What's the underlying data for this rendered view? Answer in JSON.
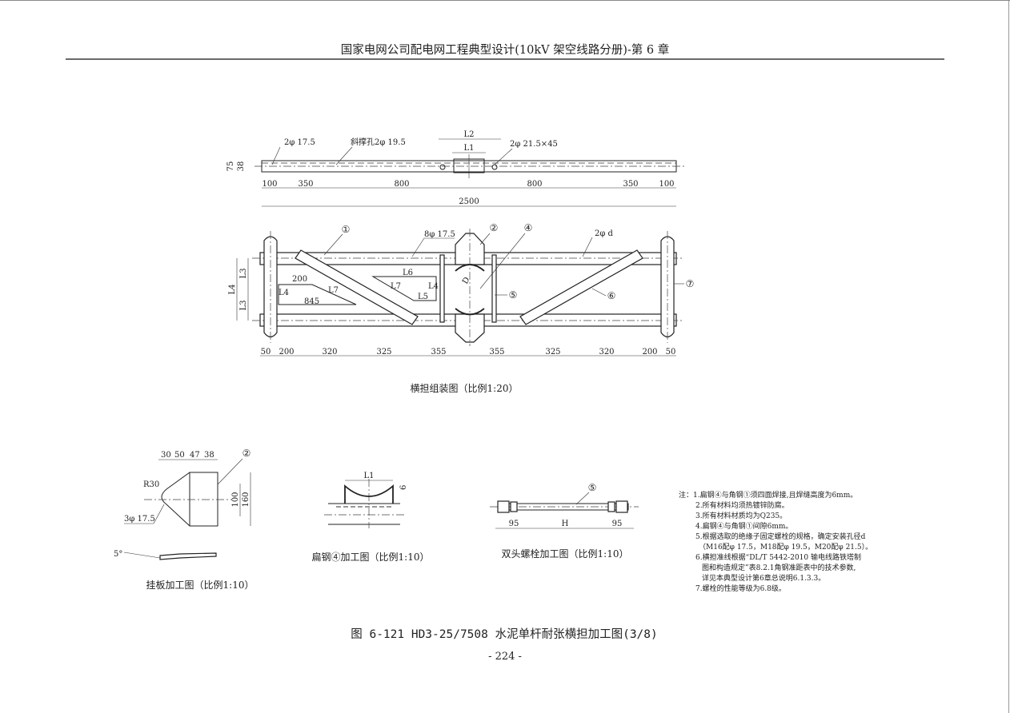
{
  "header": {
    "title": "国家电网公司配电网工程典型设计(10kV 架空线路分册)-第 6 章"
  },
  "elevation": {
    "hole1": "2φ 17.5",
    "hole2": "斜撑孔2φ 19.5",
    "hole3": "2φ 21.5×45",
    "L2": "L2",
    "L1": "L1",
    "h75": "75",
    "h38": "38",
    "dims": [
      "100",
      "350",
      "800",
      "800",
      "350",
      "100"
    ],
    "total": "2500"
  },
  "plan": {
    "balloons": [
      "①",
      "②",
      "④",
      "⑤",
      "⑥",
      "⑦"
    ],
    "holes8": "8φ 17.5",
    "holes2d": "2φ d",
    "L3a": "L3",
    "L3b": "L3",
    "L4": "L4",
    "D": "D",
    "tri1": {
      "top": "200",
      "side": "L4",
      "hyp": "L7",
      "bottom": "845"
    },
    "tri2": {
      "top": "L6",
      "hyp": "L7",
      "side": "L4",
      "bottom": "L5"
    },
    "dims": [
      "50",
      "200",
      "320",
      "325",
      "355",
      "355",
      "325",
      "320",
      "200",
      "50"
    ],
    "caption": "横担组装图（比例1:20）"
  },
  "hanger": {
    "dims": [
      "30",
      "50",
      "47",
      "38"
    ],
    "r": "R30",
    "holes": "3φ 17.5",
    "h100": "100",
    "h160": "160",
    "angle": "5°",
    "balloon": "②",
    "caption": "挂板加工图（比例1:10）"
  },
  "flat": {
    "L1": "L1",
    "t": "6",
    "caption": "扁钢④加工图（比例1:10）"
  },
  "stud": {
    "balloon": "⑤",
    "dims": [
      "95",
      "H",
      "95"
    ],
    "caption": "双头螺栓加工图（比例1:10）"
  },
  "notes": [
    "注：1.扁钢④与角钢①须四面焊接,且焊缝高度为6mm。",
    "2.所有材料均须热镀锌防腐。",
    "3.所有材料材质均为Q235。",
    "4.扁钢④与角钢①间隙6mm。",
    "5.根据选取的绝缘子固定螺栓的规格，确定安装孔径d",
    "（M16配φ 17.5，M18配φ 19.5，M20配φ 21.5）。",
    "6.横担准线根据“DL/T 5442-2010 输电线路铁塔制",
    "图和构造规定”表8.2.1角钢准距表中的技术参数,",
    "详见本典型设计第6章总说明6.1.3.3。",
    "7.螺栓的性能等级为6.8级。"
  ],
  "figure": {
    "title": "图 6-121   HD3-25/7508 水泥单杆耐张横担加工图(3/8)",
    "page": "- 224 -"
  }
}
